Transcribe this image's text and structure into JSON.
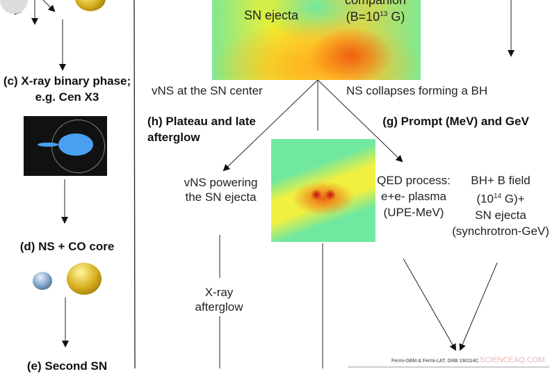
{
  "top_image": {
    "label_ejecta": "SN ejecta",
    "label_companion": "companion",
    "label_field": "(B=10",
    "label_field_exp": "13",
    "label_field_unit": " G)"
  },
  "left_column": {
    "c_title": "(c) X-ray binary phase; e.g. Cen X3",
    "d_title": "(d)  NS + CO core",
    "e_title": "(e)  Second SN"
  },
  "branches": {
    "vns_center": "vNS at the SN center",
    "ns_collapse": "NS collapses forming a BH",
    "h_title": "(h)  Plateau and late afterglow",
    "g_title": "(g)  Prompt (MeV) and GeV",
    "vns_powering": "vNS powering the SN ejecta",
    "xray_afterglow": "X-ray afterglow",
    "qed": "QED process: e+e- plasma (UPE-MeV)",
    "bh_field_1": "BH+ B field",
    "bh_field_2": "(10",
    "bh_field_exp": "14",
    "bh_field_3": " G)+",
    "bh_field_4": "SN ejecta (synchrotron-GeV)"
  },
  "bottom_chart": {
    "title": "Fermi-GBM & Fermi-LAT, GRB 190114C",
    "watermark": "SCIENCEAQ.COM"
  },
  "colors": {
    "ns_star": "#7fa6c8",
    "co_core": "#d8b020",
    "binary_blue": "#4aa0f0"
  }
}
